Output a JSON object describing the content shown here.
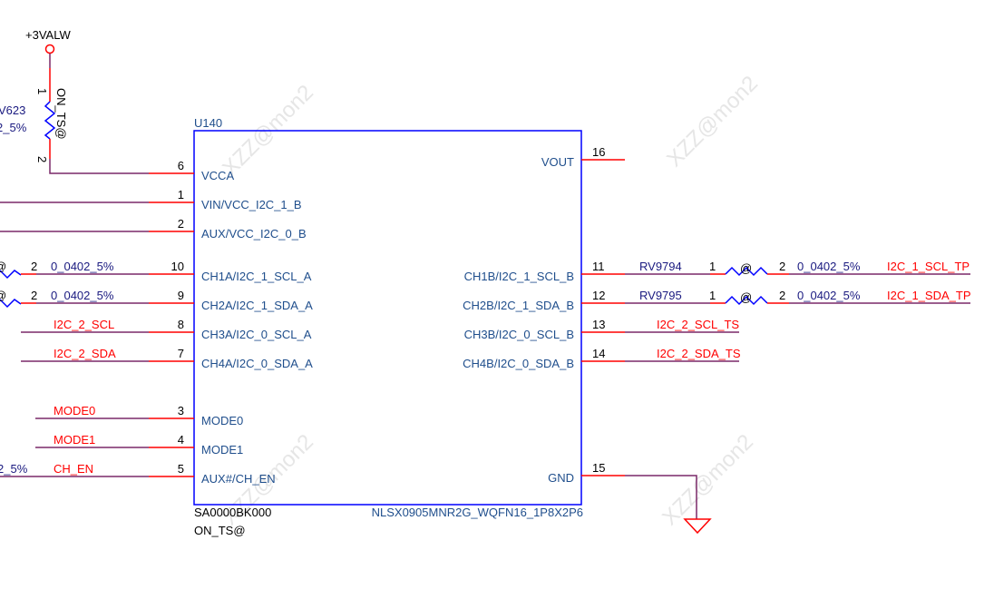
{
  "watermark": "XZZ@mon2",
  "power": {
    "label": "+3VALW"
  },
  "pullup": {
    "ref_partial": "V623",
    "value_partial": "2_5%",
    "pin1": "1",
    "pin2": "2",
    "option": "ON_TS@"
  },
  "chip": {
    "ref": "U140",
    "part_number": "SA0000BK000",
    "option": "ON_TS@",
    "package": "NLSX0905MNR2G_WQFN16_1P8X2P6",
    "left_pins": [
      {
        "num": "6",
        "name": "VCCA"
      },
      {
        "num": "1",
        "name": "VIN/VCC_I2C_1_B"
      },
      {
        "num": "2",
        "name": "AUX/VCC_I2C_0_B"
      },
      {
        "num": "10",
        "name": "CH1A/I2C_1_SCL_A",
        "res_pin": "2",
        "res_value": "0_0402_5%",
        "res_option": "@"
      },
      {
        "num": "9",
        "name": "CH2A/I2C_1_SDA_A",
        "res_pin": "2",
        "res_value": "0_0402_5%",
        "res_option": "@"
      },
      {
        "num": "8",
        "name": "CH3A/I2C_0_SCL_A",
        "net": "I2C_2_SCL"
      },
      {
        "num": "7",
        "name": "CH4A/I2C_0_SDA_A",
        "net": "I2C_2_SDA"
      },
      {
        "num": "3",
        "name": "MODE0",
        "net": "MODE0"
      },
      {
        "num": "4",
        "name": "MODE1",
        "net": "MODE1"
      },
      {
        "num": "5",
        "name": "AUX#/CH_EN",
        "net": "CH_EN",
        "res_value_partial": "2_5%"
      }
    ],
    "right_pins": [
      {
        "num": "16",
        "name": "VOUT"
      },
      {
        "num": "11",
        "name": "CH1B/I2C_1_SCL_B",
        "res_ref": "RV9794",
        "res_pin1": "1",
        "res_option": "@",
        "res_pin2": "2",
        "res_value": "0_0402_5%",
        "net": "I2C_1_SCL_TP"
      },
      {
        "num": "12",
        "name": "CH2B/I2C_1_SDA_B",
        "res_ref": "RV9795",
        "res_pin1": "1",
        "res_option": "@",
        "res_pin2": "2",
        "res_value": "0_0402_5%",
        "net": "I2C_1_SDA_TP"
      },
      {
        "num": "13",
        "name": "CH3B/I2C_0_SCL_B",
        "net": "I2C_2_SCL_TS"
      },
      {
        "num": "14",
        "name": "CH4B/I2C_0_SDA_B",
        "net": "I2C_2_SDA_TS"
      },
      {
        "num": "15",
        "name": "GND"
      }
    ]
  },
  "colors": {
    "wire": "#7a2868",
    "pin": "#ff0000",
    "body": "#0000ff",
    "pin_name": "#1f4e8c",
    "net": "#ff0000"
  }
}
